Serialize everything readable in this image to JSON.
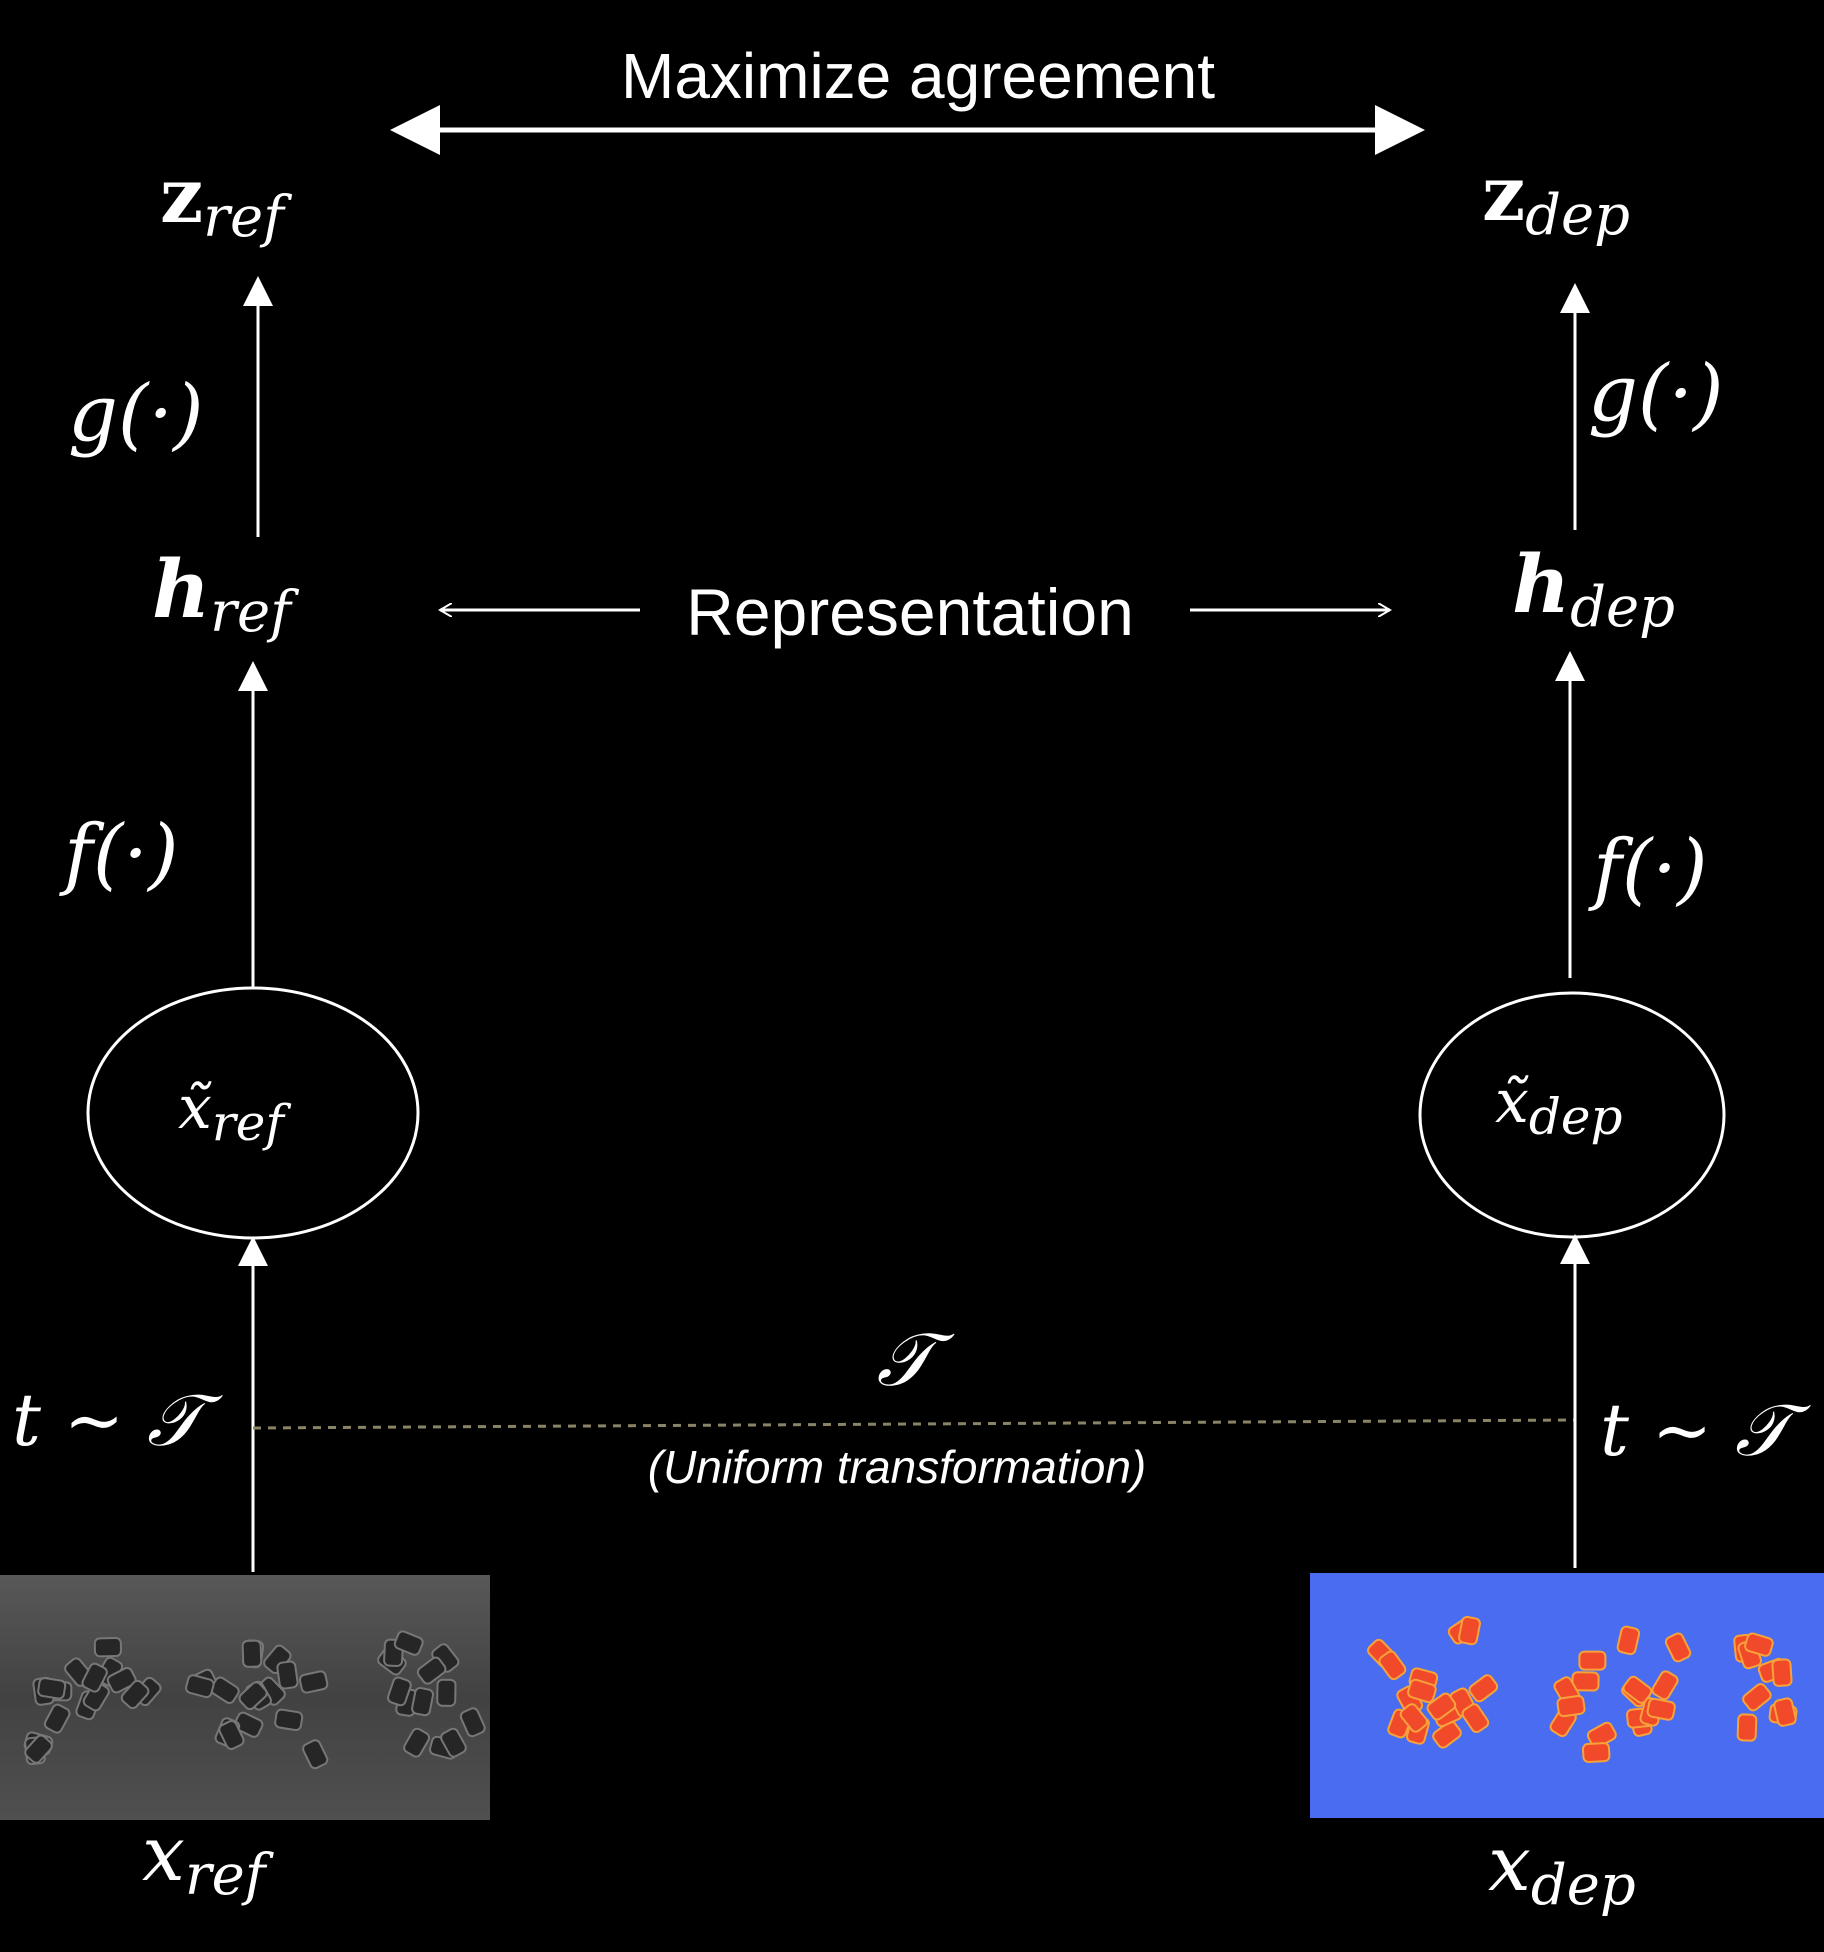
{
  "top_label": "Maximize agreement",
  "middle_label": "Representation",
  "left_branch": {
    "z": "z",
    "z_sub": "ref",
    "g": "g(·)",
    "h": "h",
    "h_sub": "ref",
    "f": "f(·)",
    "x_tilde": "x̃",
    "x_tilde_sub": "ref",
    "t": "t ∼ 𝒯",
    "x": "x",
    "x_sub": "ref"
  },
  "right_branch": {
    "z": "z",
    "z_sub": "dep",
    "g": "g(·)",
    "h": "h",
    "h_sub": "dep",
    "f": "f(·)",
    "x_tilde": "x̃",
    "x_tilde_sub": "dep",
    "t": "t ∼ 𝒯",
    "x": "x",
    "x_sub": "dep"
  },
  "transform_symbol": "𝒯",
  "transform_caption": "(Uniform transformation)",
  "colors": {
    "background": "#000000",
    "line": "#ffffff",
    "dashed_line": "#8a8466",
    "dep_image_bg": "#4a6cf0",
    "dep_particle": "#f04a2a",
    "ref_image_bg": "#4a4a4a",
    "ref_particle": "#262626"
  }
}
